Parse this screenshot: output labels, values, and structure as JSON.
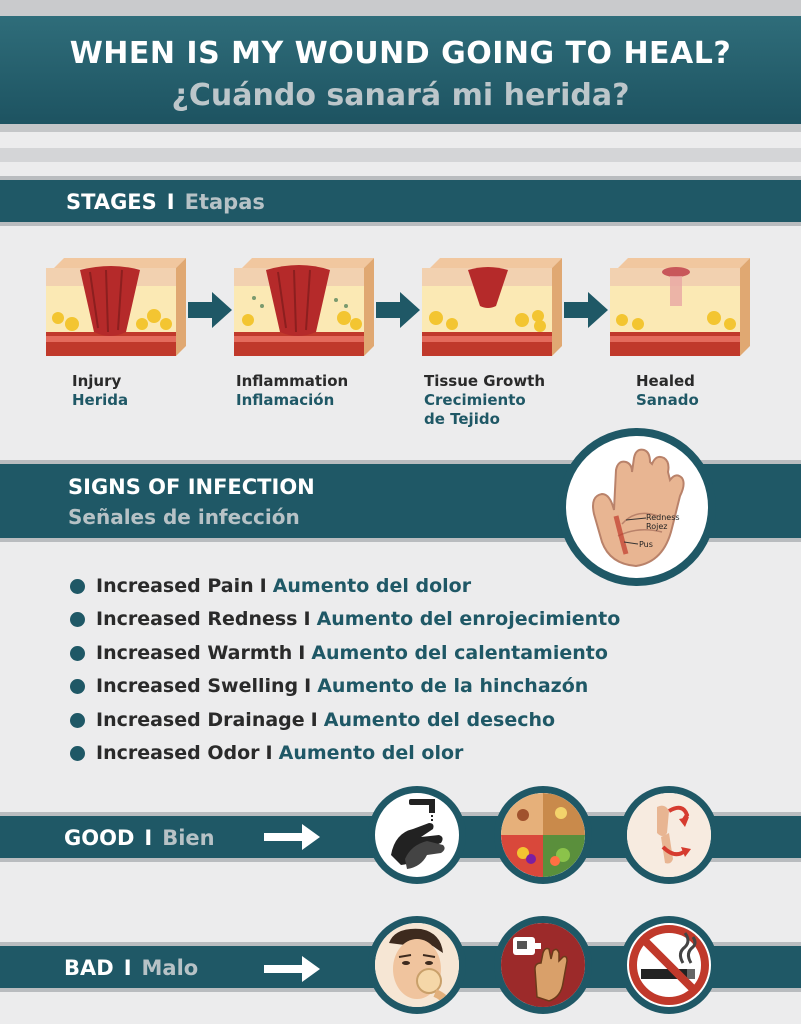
{
  "header": {
    "title_en": "WHEN IS MY WOUND GOING TO HEAL?",
    "title_es": "¿Cuándo sanará mi herida?"
  },
  "stages_section": {
    "label_en": "STAGES",
    "separator": "I",
    "label_es": "Etapas",
    "stages": [
      {
        "en": "Injury",
        "es": "Herida",
        "es2": ""
      },
      {
        "en": "Inflammation",
        "es": "Inflamación",
        "es2": ""
      },
      {
        "en": "Tissue Growth",
        "es": "Crecimiento",
        "es2": "de Tejido"
      },
      {
        "en": "Healed",
        "es": "Sanado",
        "es2": ""
      }
    ]
  },
  "infection_section": {
    "title_en": "SIGNS OF INFECTION",
    "title_es": "Señales de infección",
    "hand_labels": {
      "redness": "Redness",
      "rojez": "Rojez",
      "pus": "Pus"
    },
    "signs": [
      {
        "en": "Increased Pain",
        "es": "Aumento del dolor"
      },
      {
        "en": "Increased Redness",
        "es": "Aumento del enrojecimiento"
      },
      {
        "en": "Increased Warmth",
        "es": "Aumento del calentamiento"
      },
      {
        "en": "Increased Swelling",
        "es": "Aumento de la hinchazón"
      },
      {
        "en": "Increased Drainage",
        "es": "Aumento del desecho"
      },
      {
        "en": "Increased Odor",
        "es": "Aumento del olor"
      }
    ],
    "separator": "I"
  },
  "good_row": {
    "label_en": "GOOD",
    "separator": "I",
    "label_es": "Bien",
    "icons": [
      "hand-washing-icon",
      "healthy-food-icon",
      "exercise-icon"
    ]
  },
  "bad_row": {
    "label_en": "BAD",
    "separator": "I",
    "label_es": "Malo",
    "icons": [
      "touching-face-icon",
      "hand-sanitizer-icon",
      "no-smoking-icon"
    ]
  },
  "colors": {
    "teal_dark": "#1f5866",
    "teal_light_text": "#b7c2c6",
    "background": "#ececed",
    "wound_red": "#b52a2a",
    "fat_yellow": "#f3c531"
  }
}
